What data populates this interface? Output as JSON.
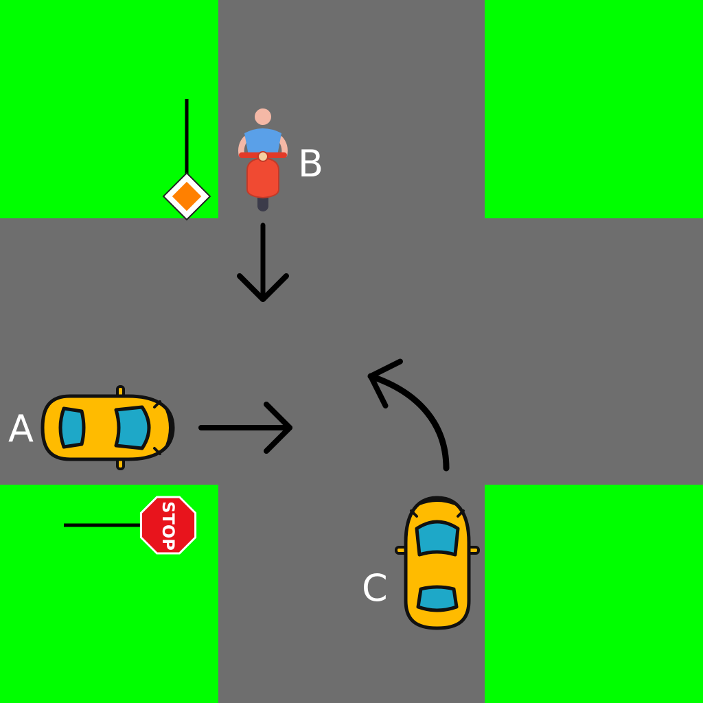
{
  "colors": {
    "grass": "#00ff00",
    "road": "#6e6e6e",
    "arrow": "#000000",
    "label": "#ffffff",
    "car_body": "#ffbb00",
    "car_outline": "#111111",
    "car_window": "#1ea8c8",
    "stop_sign": "#e8141c",
    "priority_sign": "#ff8000",
    "scooter": "#f04a32",
    "rider_shirt": "#5aa0e8",
    "rider_skin": "#f4b8a6"
  },
  "vehicles": [
    {
      "id": "A",
      "label": "A",
      "type": "car",
      "heading": "east",
      "maneuver": "straight"
    },
    {
      "id": "B",
      "label": "B",
      "type": "scooter",
      "heading": "south",
      "maneuver": "straight"
    },
    {
      "id": "C",
      "label": "C",
      "type": "car",
      "heading": "north",
      "maneuver": "left-turn"
    }
  ],
  "signs": {
    "stop": {
      "text": "STOP",
      "icon": "stop-sign-icon"
    },
    "priority": {
      "icon": "priority-road-sign-icon"
    }
  }
}
